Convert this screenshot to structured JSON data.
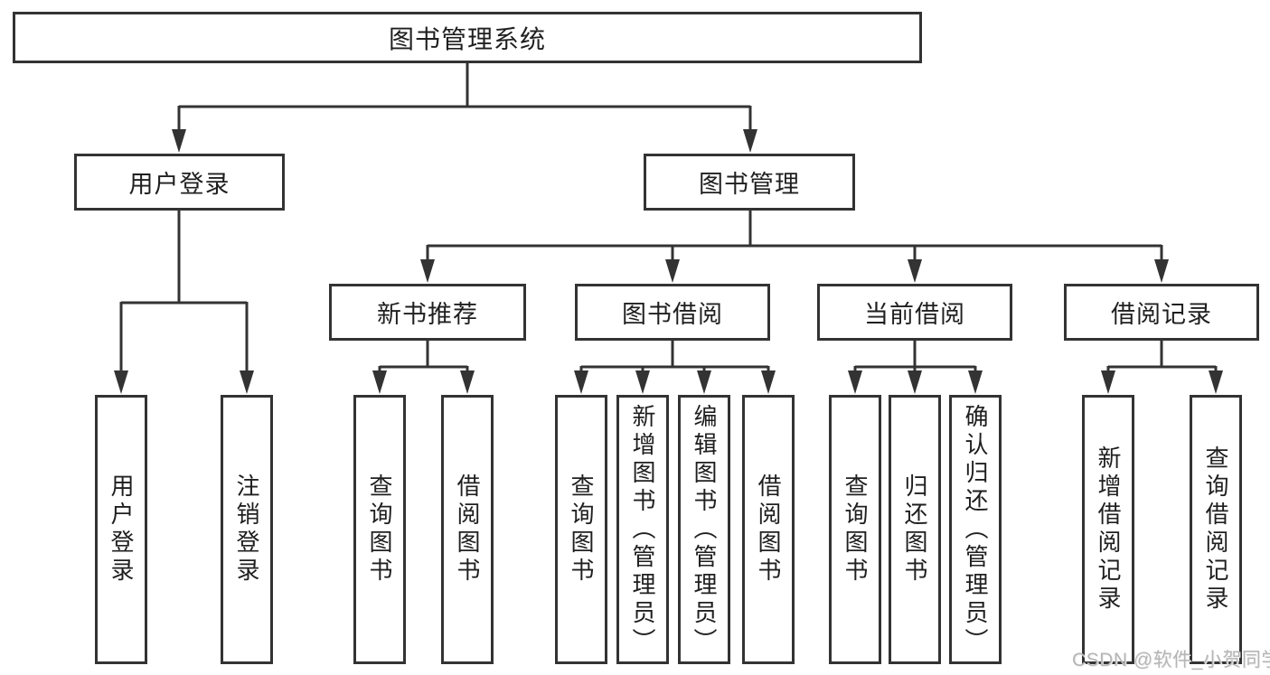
{
  "diagram": {
    "type": "tree",
    "root": {
      "label": "图书管理系统",
      "children": [
        {
          "label": "用户登录",
          "children": [
            {
              "label": "用户登录"
            },
            {
              "label": "注销登录"
            }
          ]
        },
        {
          "label": "图书管理",
          "children": [
            {
              "label": "新书推荐",
              "children": [
                {
                  "label": "查询图书"
                },
                {
                  "label": "借阅图书"
                }
              ]
            },
            {
              "label": "图书借阅",
              "children": [
                {
                  "label": "查询图书"
                },
                {
                  "label": "新增图书（管理员）"
                },
                {
                  "label": "编辑图书（管理员）"
                },
                {
                  "label": "借阅图书"
                }
              ]
            },
            {
              "label": "当前借阅",
              "children": [
                {
                  "label": "查询图书"
                },
                {
                  "label": "归还图书"
                },
                {
                  "label": "确认归还（管理员）"
                }
              ]
            },
            {
              "label": "借阅记录",
              "children": [
                {
                  "label": "新增借阅记录"
                },
                {
                  "label": "查询借阅记录"
                }
              ]
            }
          ]
        }
      ]
    },
    "colors": {
      "line": "#333333",
      "box_border": "#333333",
      "box_fill": "#ffffff",
      "text": "#1f1f1f",
      "watermark": "#b5b5b5"
    }
  },
  "watermark": {
    "text": "CSDN @软件_小贺同学"
  }
}
